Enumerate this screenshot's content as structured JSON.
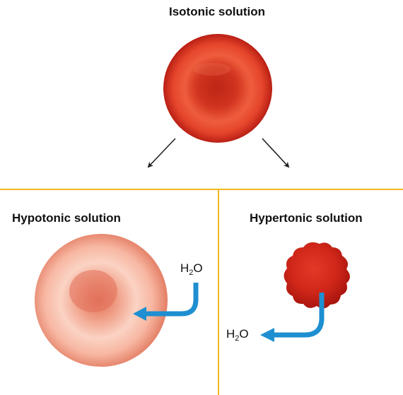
{
  "labels": {
    "isotonic": "Isotonic solution",
    "hypotonic": "Hypotonic solution",
    "hypertonic": "Hypertonic solution"
  },
  "water": {
    "main": "H",
    "subscript": "2",
    "suffix": "O"
  },
  "colors": {
    "divider": "#f2b81d",
    "arrow_water": "#1e8fd0",
    "arrow_black": "#222222",
    "cell_iso": "#d9341f",
    "cell_hypo": "#f39a82",
    "cell_hyper": "#cc1f17"
  }
}
